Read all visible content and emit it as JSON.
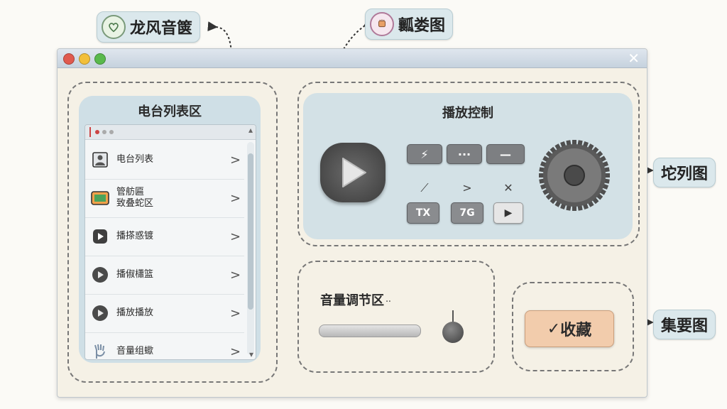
{
  "callouts": {
    "top_left": "龙风音箧",
    "top_mid": "瓤娄图",
    "right_knob": "坨列图",
    "right_fav": "集要图"
  },
  "list": {
    "title": "电台列表区",
    "items": [
      {
        "label": "电台列表",
        "icon": "contact-card-icon"
      },
      {
        "label": "管舫匾\n致叠蛇区",
        "icon": "tv-screen-icon"
      },
      {
        "label": "播搽惑镀",
        "icon": "play-square-icon"
      },
      {
        "label": "播俶櫹篮",
        "icon": "play-circle-icon"
      },
      {
        "label": "播放播放",
        "icon": "play-circle-icon"
      },
      {
        "label": "音量组蠍",
        "icon": "glove-icon"
      }
    ]
  },
  "playback": {
    "title": "播放控制",
    "small_buttons": [
      "⚡",
      "···",
      "—"
    ],
    "glyphs": [
      "⟋",
      ">",
      "✕"
    ],
    "label_buttons": [
      "TX",
      "7G",
      "▶"
    ]
  },
  "volume": {
    "title": "音量调节区",
    "level": 0.8
  },
  "favorite": {
    "label": "收藏",
    "check": "✓"
  },
  "colors": {
    "panel": "#d3e1e6",
    "favorite": "#f2ccac",
    "close_red": "#e05a4e",
    "min_yellow": "#f2bf3a",
    "max_green": "#59b94c"
  }
}
